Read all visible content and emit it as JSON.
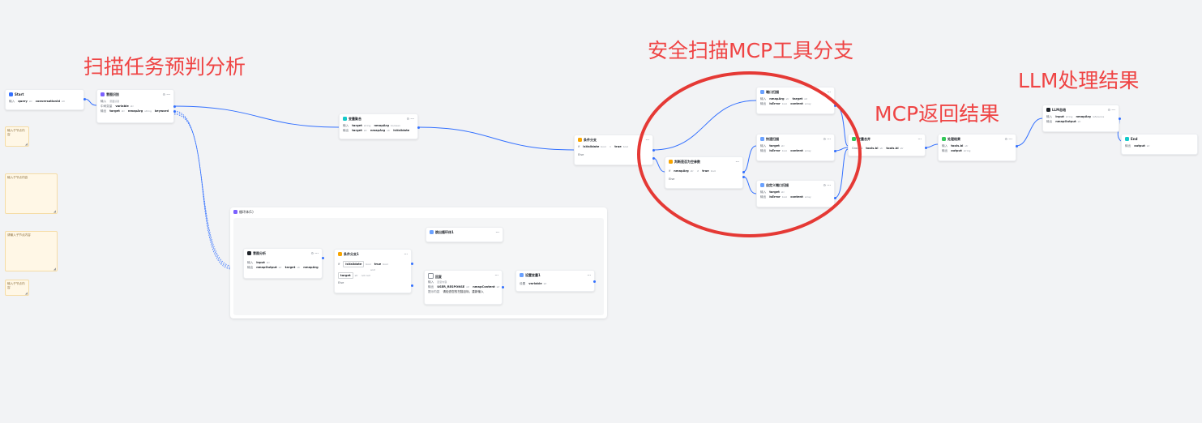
{
  "annotations": {
    "scan_predict": "扫描任务预判分析",
    "mcp_branch": "安全扫描MCP工具分支",
    "mcp_result": "MCP返回结果",
    "llm_result": "LLM处理结果"
  },
  "colors": {
    "annotation": "#ef4444",
    "edge": "#3370ff",
    "note_bg": "#fff7e6"
  },
  "nodes": {
    "start": {
      "title": "Start",
      "in_label": "输入",
      "v1": "query",
      "t1": "str",
      "v2": "conversationId",
      "t2": "str"
    },
    "intent": {
      "title": "意图识别",
      "in_label": "输入",
      "r1": "意图识别",
      "mid_label": "中间变量",
      "v_mid": "variable",
      "t_mid": "str",
      "out_label": "输出",
      "v1": "target",
      "t1": "str",
      "v2": "nmapArg",
      "t2": "string",
      "v3": "keyword",
      "t3": "str"
    },
    "var_agg": {
      "title": "变量聚合",
      "in_label": "输入",
      "v1": "target",
      "t1": "string",
      "v2": "nmapArg",
      "t2": "boolean",
      "out_label": "输出",
      "v3": "target",
      "t3": "str",
      "v4": "nmapArg",
      "t4": "str",
      "v5": "isValidate",
      "t5": "bool"
    },
    "cond1": {
      "title": "条件分支",
      "if": "if",
      "v1": "isValidate",
      "t1": "bool",
      "op": "=",
      "v2": "true",
      "t2": "bool",
      "else": "Else"
    },
    "cond2": {
      "title": "判断是否为空参数",
      "if": "if",
      "v1": "nmapArg",
      "t1": "str",
      "op": "≠",
      "v2": "true",
      "t2": "bool",
      "else": "Else"
    },
    "port_scan": {
      "title": "端口扫描",
      "in_label": "输入",
      "v1": "nmapArg",
      "t1": "str",
      "v2": "target",
      "t2": "str",
      "out_label": "输出",
      "v3": "isError",
      "t3": "bool",
      "v4": "content",
      "t4": "array"
    },
    "quick_scan": {
      "title": "快速扫描",
      "in_label": "输入",
      "v1": "target",
      "t1": "str",
      "out_label": "输出",
      "v3": "isError",
      "t3": "bool",
      "v4": "content",
      "t4": "array"
    },
    "custom_scan": {
      "title": "自定义端口扫描",
      "in_label": "输入",
      "v1": "target",
      "t1": "str",
      "out_label": "输出",
      "v3": "isError",
      "t3": "bool",
      "v4": "content",
      "t4": "array"
    },
    "merge": {
      "title": "变量合并",
      "group_label": "Group1",
      "v1": "tools.bl",
      "t1": "str",
      "v2": "tools.bl",
      "t2": "str"
    },
    "format": {
      "title": "处理结果",
      "in_label": "输入",
      "v1": "tools.bl",
      "t1": "str",
      "out_label": "输出",
      "v2": "output",
      "t2": "string"
    },
    "llm": {
      "title": "LLM总结",
      "in_label": "输入",
      "v1": "input",
      "t1": "string",
      "v2": "nmapArg",
      "t2": "reference",
      "out_label": "输出",
      "v3": "nmapOutput",
      "t3": "str"
    },
    "end": {
      "title": "End",
      "out_label": "输出",
      "v1": "output",
      "t1": "str"
    }
  },
  "group": {
    "title": "循环体(1)",
    "analyze": {
      "title": "意图分析",
      "in_label": "输入",
      "v1": "input",
      "t1": "str",
      "out_label": "输出",
      "v2": "nmapOutput",
      "t2": "str",
      "v3": "target",
      "t3": "str",
      "v4": "nmapArg",
      "t4": "str"
    },
    "cond": {
      "title": "条件分支1",
      "if": "if",
      "v1": "isValidate",
      "t1": "bool",
      "v2": "true",
      "t2": "bool",
      "and": "and",
      "v3": "target",
      "t3": "str",
      "v4": "not null",
      "else": "Else"
    },
    "retry": {
      "title": "跳出循环体1"
    },
    "reply": {
      "title": "回复",
      "in_label": "输入",
      "r1": "回复内容",
      "out_label": "输出",
      "v1": "USER_RESPONSE",
      "t1": "str",
      "v2": "nmapContent",
      "t2": "str",
      "prompt_label": "提示内容",
      "prompt": "请检查您的扫描目标，重新输入"
    },
    "setvar": {
      "title": "设置变量1",
      "label": "设置",
      "v1": "variable",
      "t1": "str"
    }
  },
  "notes": {
    "n1": "输入子节点内容",
    "n2": "输入子节点内容",
    "n3": "请输入子节点内容",
    "n4": "输入子节点内容"
  }
}
